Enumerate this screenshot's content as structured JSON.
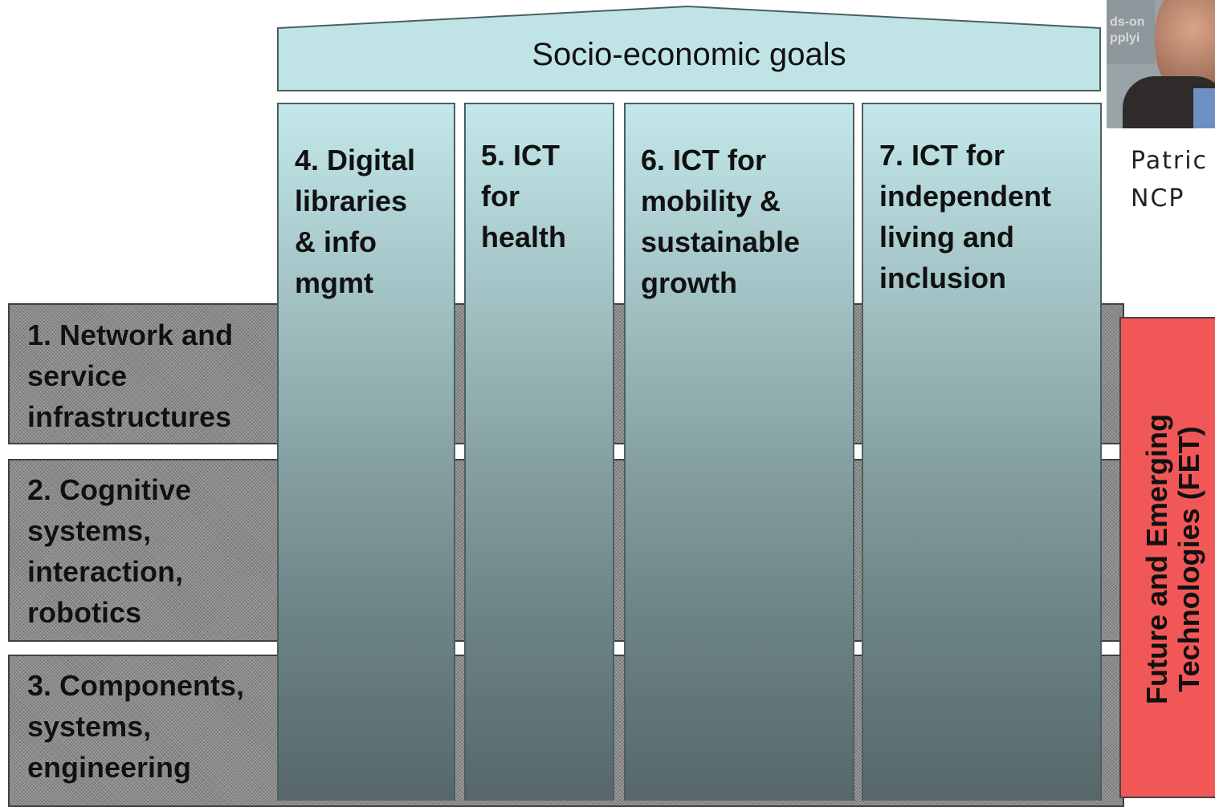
{
  "roof": {
    "title": "Socio-economic goals"
  },
  "pillars": [
    {
      "label": "4. Digital\nlibraries\n& info\nmgmt"
    },
    {
      "label": "5. ICT\nfor\nhealth"
    },
    {
      "label": "6. ICT for\nmobility &\nsustainable\ngrowth"
    },
    {
      "label": "7. ICT for\nindependent\nliving and\ninclusion"
    }
  ],
  "rows": [
    {
      "label": "1. Network and\nservice\ninfrastructures"
    },
    {
      "label": "2. Cognitive\nsystems,\ninteraction,\nrobotics"
    },
    {
      "label": "3. Components,\nsystems,\nengineering"
    }
  ],
  "fet": {
    "label": "Future and Emerging\nTechnologies (FET)",
    "color": "#f25757"
  },
  "photo": {
    "caption_line1": "Patric",
    "caption_line2": "NCP",
    "banner_text": "ds-on\npplyi"
  },
  "colors": {
    "pillar_top": "#c3e7ea",
    "pillar_bottom": "#576769",
    "roof": "#c0e4e6",
    "hatch": "#8a8a8a"
  }
}
